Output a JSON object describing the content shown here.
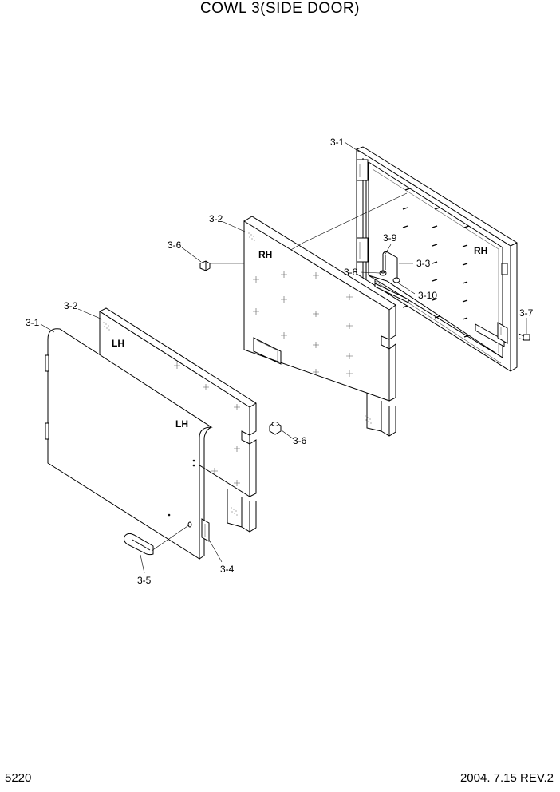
{
  "title": "COWL 3(SIDE DOOR)",
  "page_number": "5220",
  "revision": "2004. 7.15  REV.2",
  "side_markers": {
    "rh_inner_panel": "RH",
    "rh_frame": "RH",
    "lh_inner_panel": "LH",
    "lh_outer_door": "LH"
  },
  "callouts": {
    "rh_door": "3-1",
    "rh_panel": "3-2",
    "rh_pin": "3-6",
    "rh_bracket": "3-9",
    "rh_latch": "3-3",
    "rh_washer": "3-8",
    "rh_nut": "3-10",
    "rh_bolt": "3-7",
    "lh_panel": "3-2",
    "lh_door": "3-1",
    "lh_pin": "3-6",
    "lh_hinge": "3-4",
    "lh_handle": "3-5"
  }
}
